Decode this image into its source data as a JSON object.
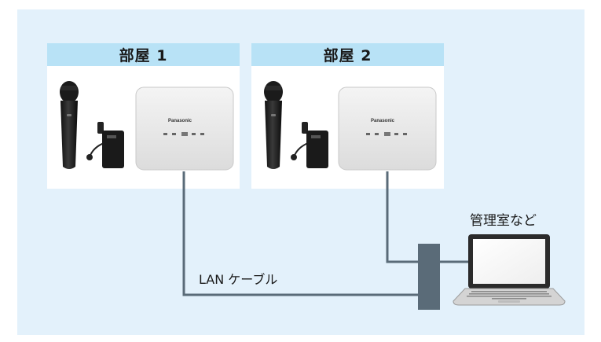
{
  "rooms": [
    {
      "title": "部屋 1"
    },
    {
      "title": "部屋 2"
    }
  ],
  "receiver_brand": "Panasonic",
  "cable_label": "LAN ケーブル",
  "pc_label": "管理室など",
  "colors": {
    "background": "#e3f1fb",
    "room_header": "#b8e2f6",
    "cable": "#5a6b78",
    "hub": "#5a6b78"
  },
  "icons": [
    "handheld-microphone-icon",
    "bodypack-transmitter-icon",
    "wireless-receiver-icon",
    "network-hub-icon",
    "laptop-icon"
  ]
}
